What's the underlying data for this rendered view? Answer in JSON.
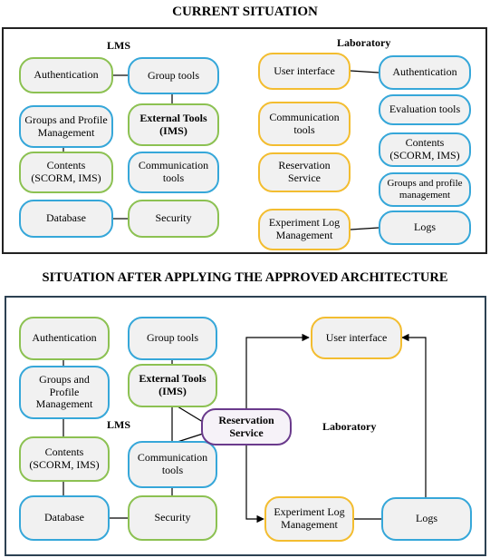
{
  "top": {
    "title": "CURRENT SITUATION",
    "lms_label": "LMS",
    "lab_label": "Laboratory",
    "lms": {
      "authentication": "Authentication",
      "group_tools": "Group tools",
      "groups_profile": "Groups and Profile Management",
      "external_tools": "External Tools (IMS)",
      "contents": "Contents (SCORM, IMS)",
      "communication": "Communication tools",
      "database": "Database",
      "security": "Security"
    },
    "lab": {
      "user_interface": "User interface",
      "authentication": "Authentication",
      "communication": "Communication tools",
      "evaluation": "Evaluation tools",
      "contents": "Contents (SCORM, IMS)",
      "reservation": "Reservation Service",
      "groups_profile": "Groups and profile management",
      "experiment_log": "Experiment Log Management",
      "logs": "Logs"
    }
  },
  "bottom": {
    "title": "SITUATION AFTER APPLYING THE APPROVED ARCHITECTURE",
    "lms_label": "LMS",
    "lab_label": "Laboratory",
    "authentication": "Authentication",
    "group_tools": "Group tools",
    "groups_profile": "Groups and Profile Management",
    "external_tools": "External Tools (IMS)",
    "contents": "Contents (SCORM, IMS)",
    "communication": "Communication tools",
    "database": "Database",
    "security": "Security",
    "reservation": "Reservation Service",
    "user_interface": "User interface",
    "experiment_log": "Experiment Log Management",
    "logs": "Logs"
  }
}
